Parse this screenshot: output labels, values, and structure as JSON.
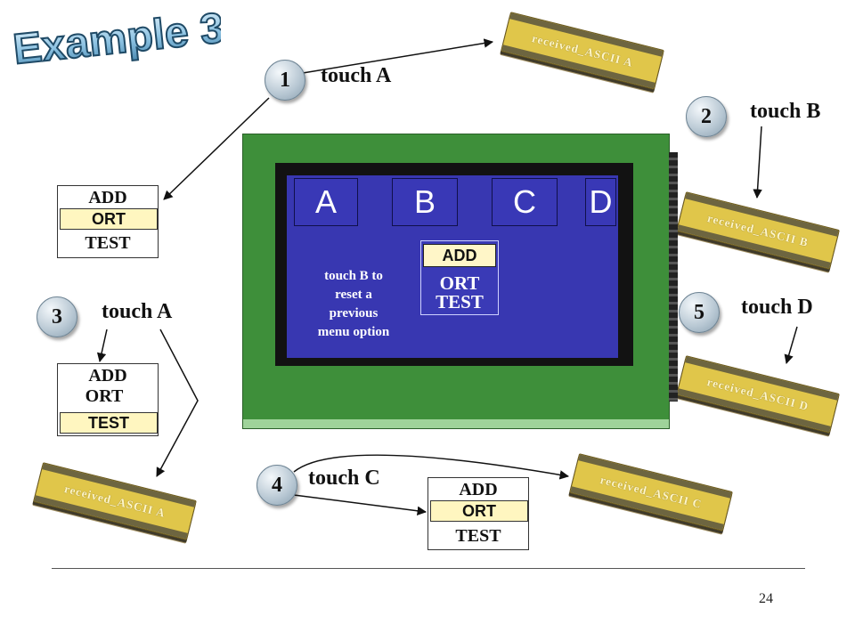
{
  "title": "Example 3",
  "steps": [
    {
      "number": "1",
      "action": "touch A"
    },
    {
      "number": "2",
      "action": "touch B"
    },
    {
      "number": "3",
      "action": "touch A"
    },
    {
      "number": "4",
      "action": "touch C"
    },
    {
      "number": "5",
      "action": "touch D"
    }
  ],
  "lcd_messages": [
    "received_ASCII A",
    "received_ASCII B",
    "received_ASCII D",
    "received_ASCII A",
    "received_ASCII C"
  ],
  "touch_buttons": [
    "A",
    "B",
    "C",
    "D"
  ],
  "screen_note": [
    "touch B to",
    "reset a",
    "previous",
    "menu option"
  ],
  "menu_options": [
    "ADD",
    "ORT",
    "TEST"
  ],
  "page_number": "24",
  "colors": {
    "panel": "#3837b1",
    "board": "#3e8f3a",
    "lcd": "#e0c64a",
    "highlight": "#fff6c0",
    "title": "#7ab3d6"
  }
}
